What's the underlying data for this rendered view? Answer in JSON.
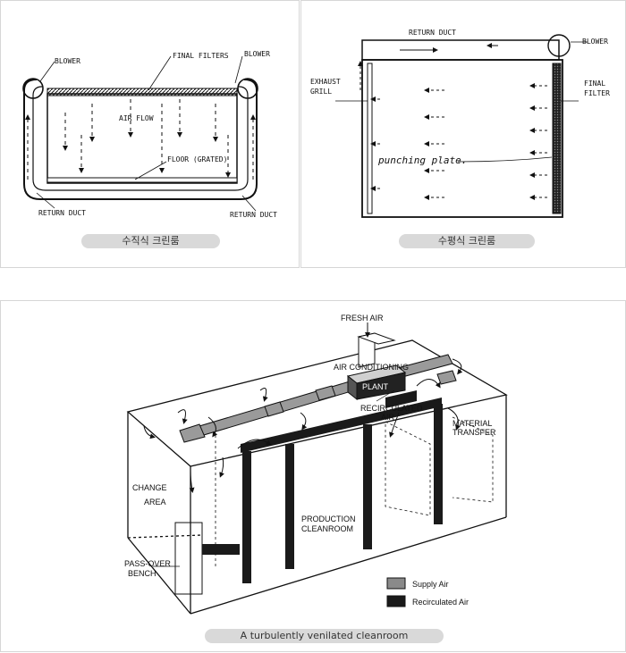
{
  "panels": {
    "vertical": {
      "caption": "수직식 크린룸",
      "labels": {
        "blower_left": "BLOWER",
        "final_filters": "FINAL FILTERS",
        "blower_right": "BLOWER",
        "air_flow": "AIR FLOW",
        "floor": "FLOOR (GRATED)",
        "return_duct_left": "RETURN DUCT",
        "return_duct_right": "RETURN DUCT"
      }
    },
    "horizontal": {
      "caption": "수평식 크린룸",
      "labels": {
        "return_duct": "RETURN DUCT",
        "blower": "BLOWER",
        "exhaust_grill_1": "EXHAUST",
        "exhaust_grill_2": "GRILL",
        "final_filter_1": "FINAL",
        "final_filter_2": "FILTER",
        "punching_plate": "punching plate."
      }
    },
    "turbulent": {
      "caption": "A turbulently venilated cleanroom",
      "labels": {
        "fresh_air": "FRESH  AIR",
        "air_conditioning": "AIR CONDITIONING",
        "plant": "PLANT",
        "recirculated_1": "RECIRCULATED",
        "recirculated_2": "AIR",
        "material_1": "MATERIAL",
        "material_2": "TRANSFER",
        "change_1": "CHANGE",
        "change_2": "AREA",
        "production_1": "PRODUCTION",
        "production_2": "CLEANROOM",
        "pass_over_1": "PASS-OVER",
        "pass_over_2": "BENCH"
      },
      "legend": [
        {
          "label": "Supply Air",
          "color": "#8a8a8a"
        },
        {
          "label": "Recirculated Air",
          "color": "#1a1a1a"
        }
      ]
    }
  }
}
